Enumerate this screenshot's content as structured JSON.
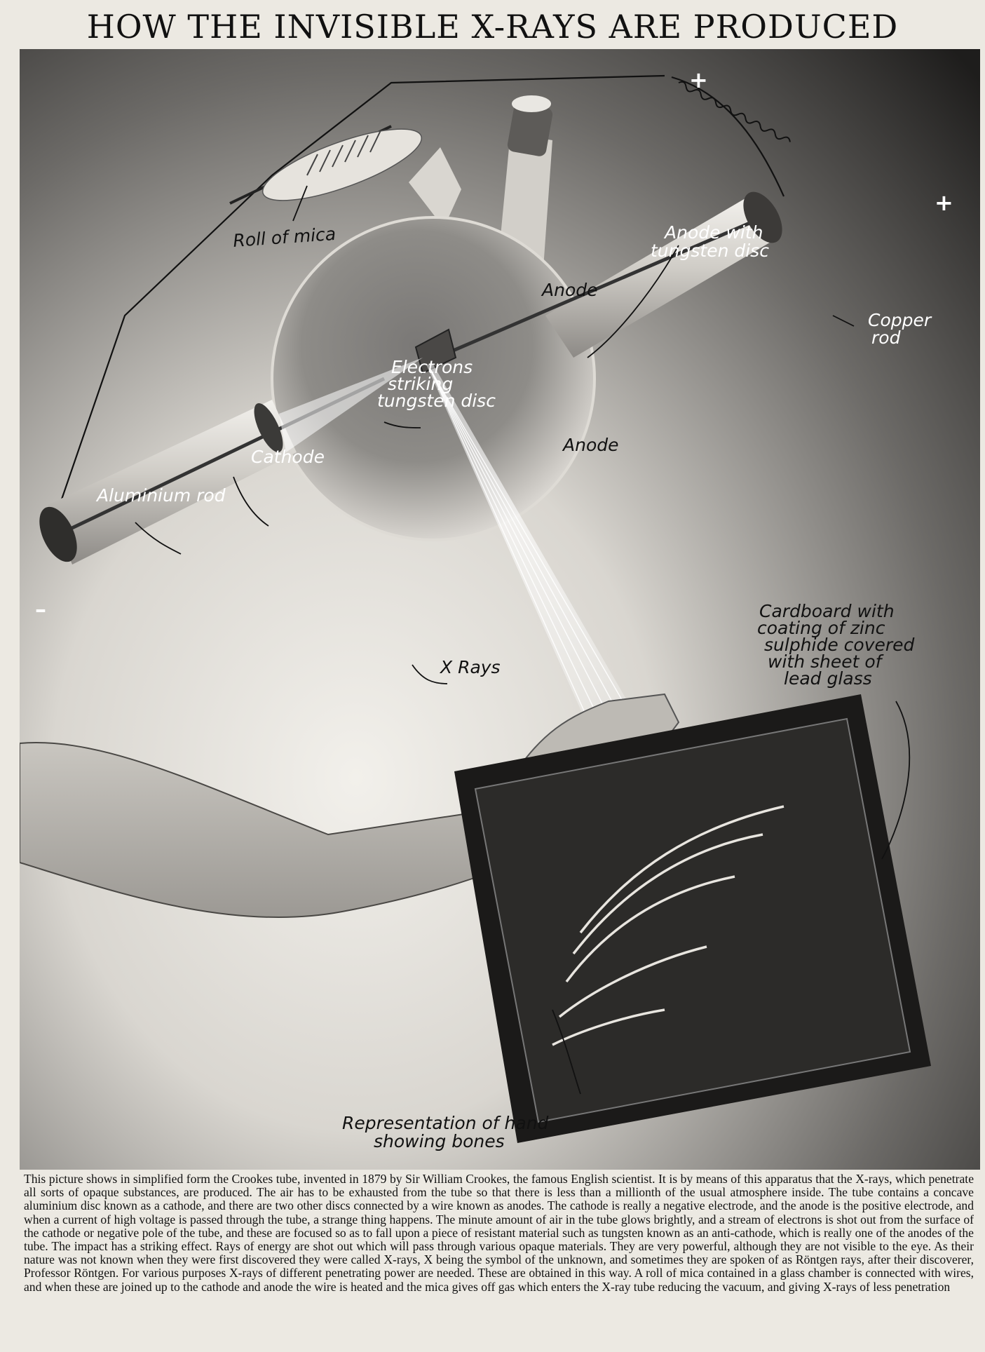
{
  "title": "HOW THE INVISIBLE X-RAYS ARE PRODUCED",
  "labels": {
    "roll_of_mica": "Roll of mica",
    "anode_with_tungsten_1": "Anode with",
    "anode_with_tungsten_2": "tungsten disc",
    "anode_upper": "Anode",
    "copper_rod_1": "Copper",
    "copper_rod_2": "rod",
    "electrons_1": "Electrons",
    "electrons_2": "striking",
    "electrons_3": "tungsten disc",
    "anode_lower": "Anode",
    "cathode": "Cathode",
    "aluminium_rod": "Aluminium rod",
    "x_rays": "X Rays",
    "cardboard_1": "Cardboard with",
    "cardboard_2": "coating of zinc",
    "cardboard_3": "sulphide covered",
    "cardboard_4": "with sheet of",
    "cardboard_5": "lead glass",
    "hand_1": "Representation of hand",
    "hand_2": "showing bones",
    "plus_top": "+",
    "plus_right": "+",
    "minus": "–"
  },
  "caption": "This picture shows in simplified form the Crookes tube, invented in 1879 by Sir William Crookes, the famous English scientist. It is by means of this apparatus that the X-rays, which penetrate all sorts of opaque substances, are produced. The air has to be exhausted from the tube so that there is less than a millionth of the usual atmosphere inside. The tube contains a concave aluminium disc known as a cathode, and there are two other discs connected by a wire known as anodes. The cathode is really a negative electrode, and the anode is the positive electrode, and when a current of high voltage is passed through the tube, a strange thing happens. The minute amount of air in the tube glows brightly, and a stream of electrons is shot out from the surface of the cathode or negative pole of the tube, and these are focused so as to fall upon a piece of resistant material such as tungsten known as an anti-cathode, which is really one of the anodes of the tube. The impact has a striking effect. Rays of energy are shot out which will pass through various opaque materials. They are very powerful, although they are not visible to the eye. As their nature was not known when they were first discovered they were called X-rays, X being the symbol of the unknown, and sometimes they are spoken of as Röntgen rays, after their discoverer, Professor Röntgen. For various purposes X-rays of different penetrating power are needed. These are obtained in this way. A roll of mica contained in a glass chamber is connected with wires, and when these are joined up to the cathode and anode the wire is heated and the mica gives off gas which enters the X-ray tube reducing the vacuum, and giving X-rays of less penetration"
}
